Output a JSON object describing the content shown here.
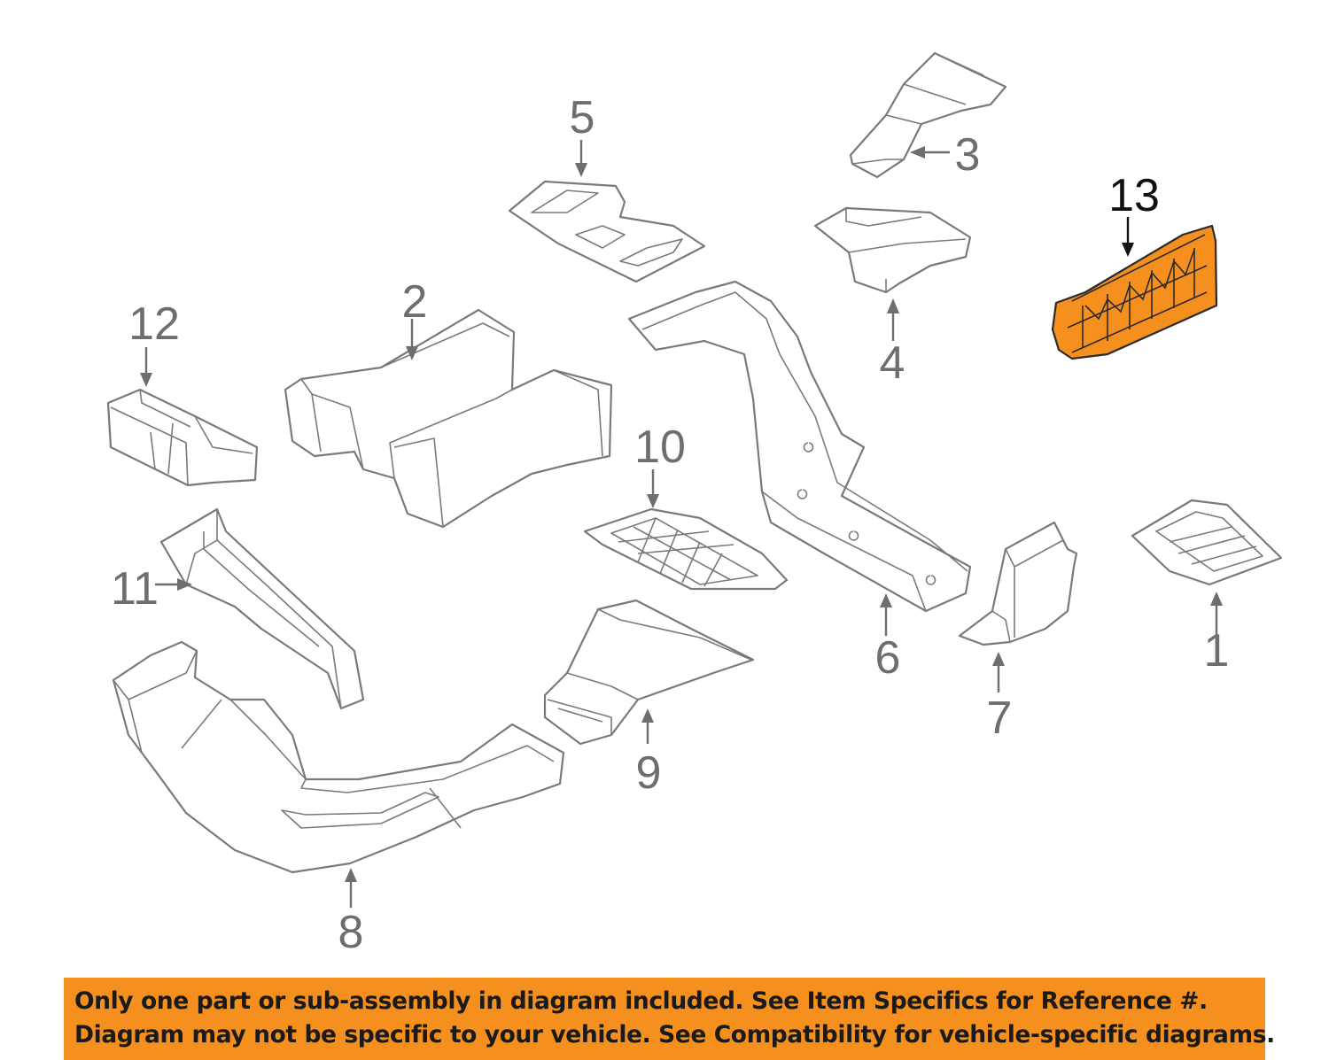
{
  "callouts": [
    {
      "number": "1",
      "highlighted": false
    },
    {
      "number": "2",
      "highlighted": false
    },
    {
      "number": "3",
      "highlighted": false
    },
    {
      "number": "4",
      "highlighted": false
    },
    {
      "number": "5",
      "highlighted": false
    },
    {
      "number": "6",
      "highlighted": false
    },
    {
      "number": "7",
      "highlighted": false
    },
    {
      "number": "8",
      "highlighted": false
    },
    {
      "number": "9",
      "highlighted": false
    },
    {
      "number": "10",
      "highlighted": false
    },
    {
      "number": "11",
      "highlighted": false
    },
    {
      "number": "12",
      "highlighted": false
    },
    {
      "number": "13",
      "highlighted": true
    }
  ],
  "colors": {
    "highlight": "#f5901e",
    "part_outline": "#7a7a7a",
    "banner_background": "#f5901e",
    "banner_text": "#1a1a1a"
  },
  "banner": {
    "line1": "Only one part or sub-assembly in diagram included. See Item Specifics for Reference #.",
    "line2": "Diagram may not be specific to your vehicle. See Compatibility for vehicle-specific diagrams."
  }
}
